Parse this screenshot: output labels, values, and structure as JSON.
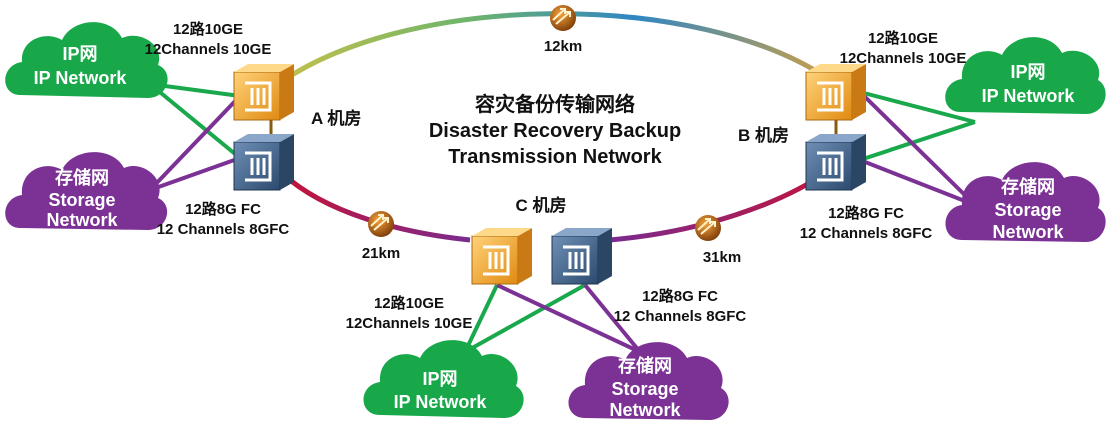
{
  "colors": {
    "ring_top_left": "#a8c64b",
    "ring_top_right": "#2f7fc1",
    "ring_bottom": "#7a2b8f",
    "ring_red": "#c0143c",
    "ip_cloud": "#18a84a",
    "storage_cloud": "#7b3294",
    "green_link": "#1aa84c",
    "purple_link": "#7b3294",
    "ip_device": "#f0a130",
    "storage_device": "#3e5f86"
  },
  "title": {
    "line1": "容灾备份传输网络",
    "line2": "Disaster Recovery Backup",
    "line3": "Transmission Network"
  },
  "sites": {
    "a": "A 机房",
    "b": "B 机房",
    "c": "C 机房"
  },
  "distances": {
    "ab": "12km",
    "ac": "21km",
    "bc": "31km"
  },
  "links": {
    "a_ge_cn": "12路10GE",
    "a_ge_en": "12Channels 10GE",
    "a_fc_cn": "12路8G FC",
    "a_fc_en": "12 Channels 8GFC",
    "b_ge_cn": "12路10GE",
    "b_ge_en": "12Channels 10GE",
    "b_fc_cn": "12路8G FC",
    "b_fc_en": "12 Channels 8GFC",
    "c_ge_cn": "12路10GE",
    "c_ge_en": "12Channels 10GE",
    "c_fc_cn": "12路8G FC",
    "c_fc_en": "12 Channels 8GFC"
  },
  "clouds": {
    "ip_cn": "IP网",
    "ip_en": "IP Network",
    "storage_cn": "存储网",
    "storage_en1": "Storage",
    "storage_en2": "Network"
  },
  "icons": {
    "ip_device": "wdm-ip-device-icon",
    "storage_device": "wdm-storage-device-icon",
    "amplifier": "optical-amplifier-icon"
  }
}
